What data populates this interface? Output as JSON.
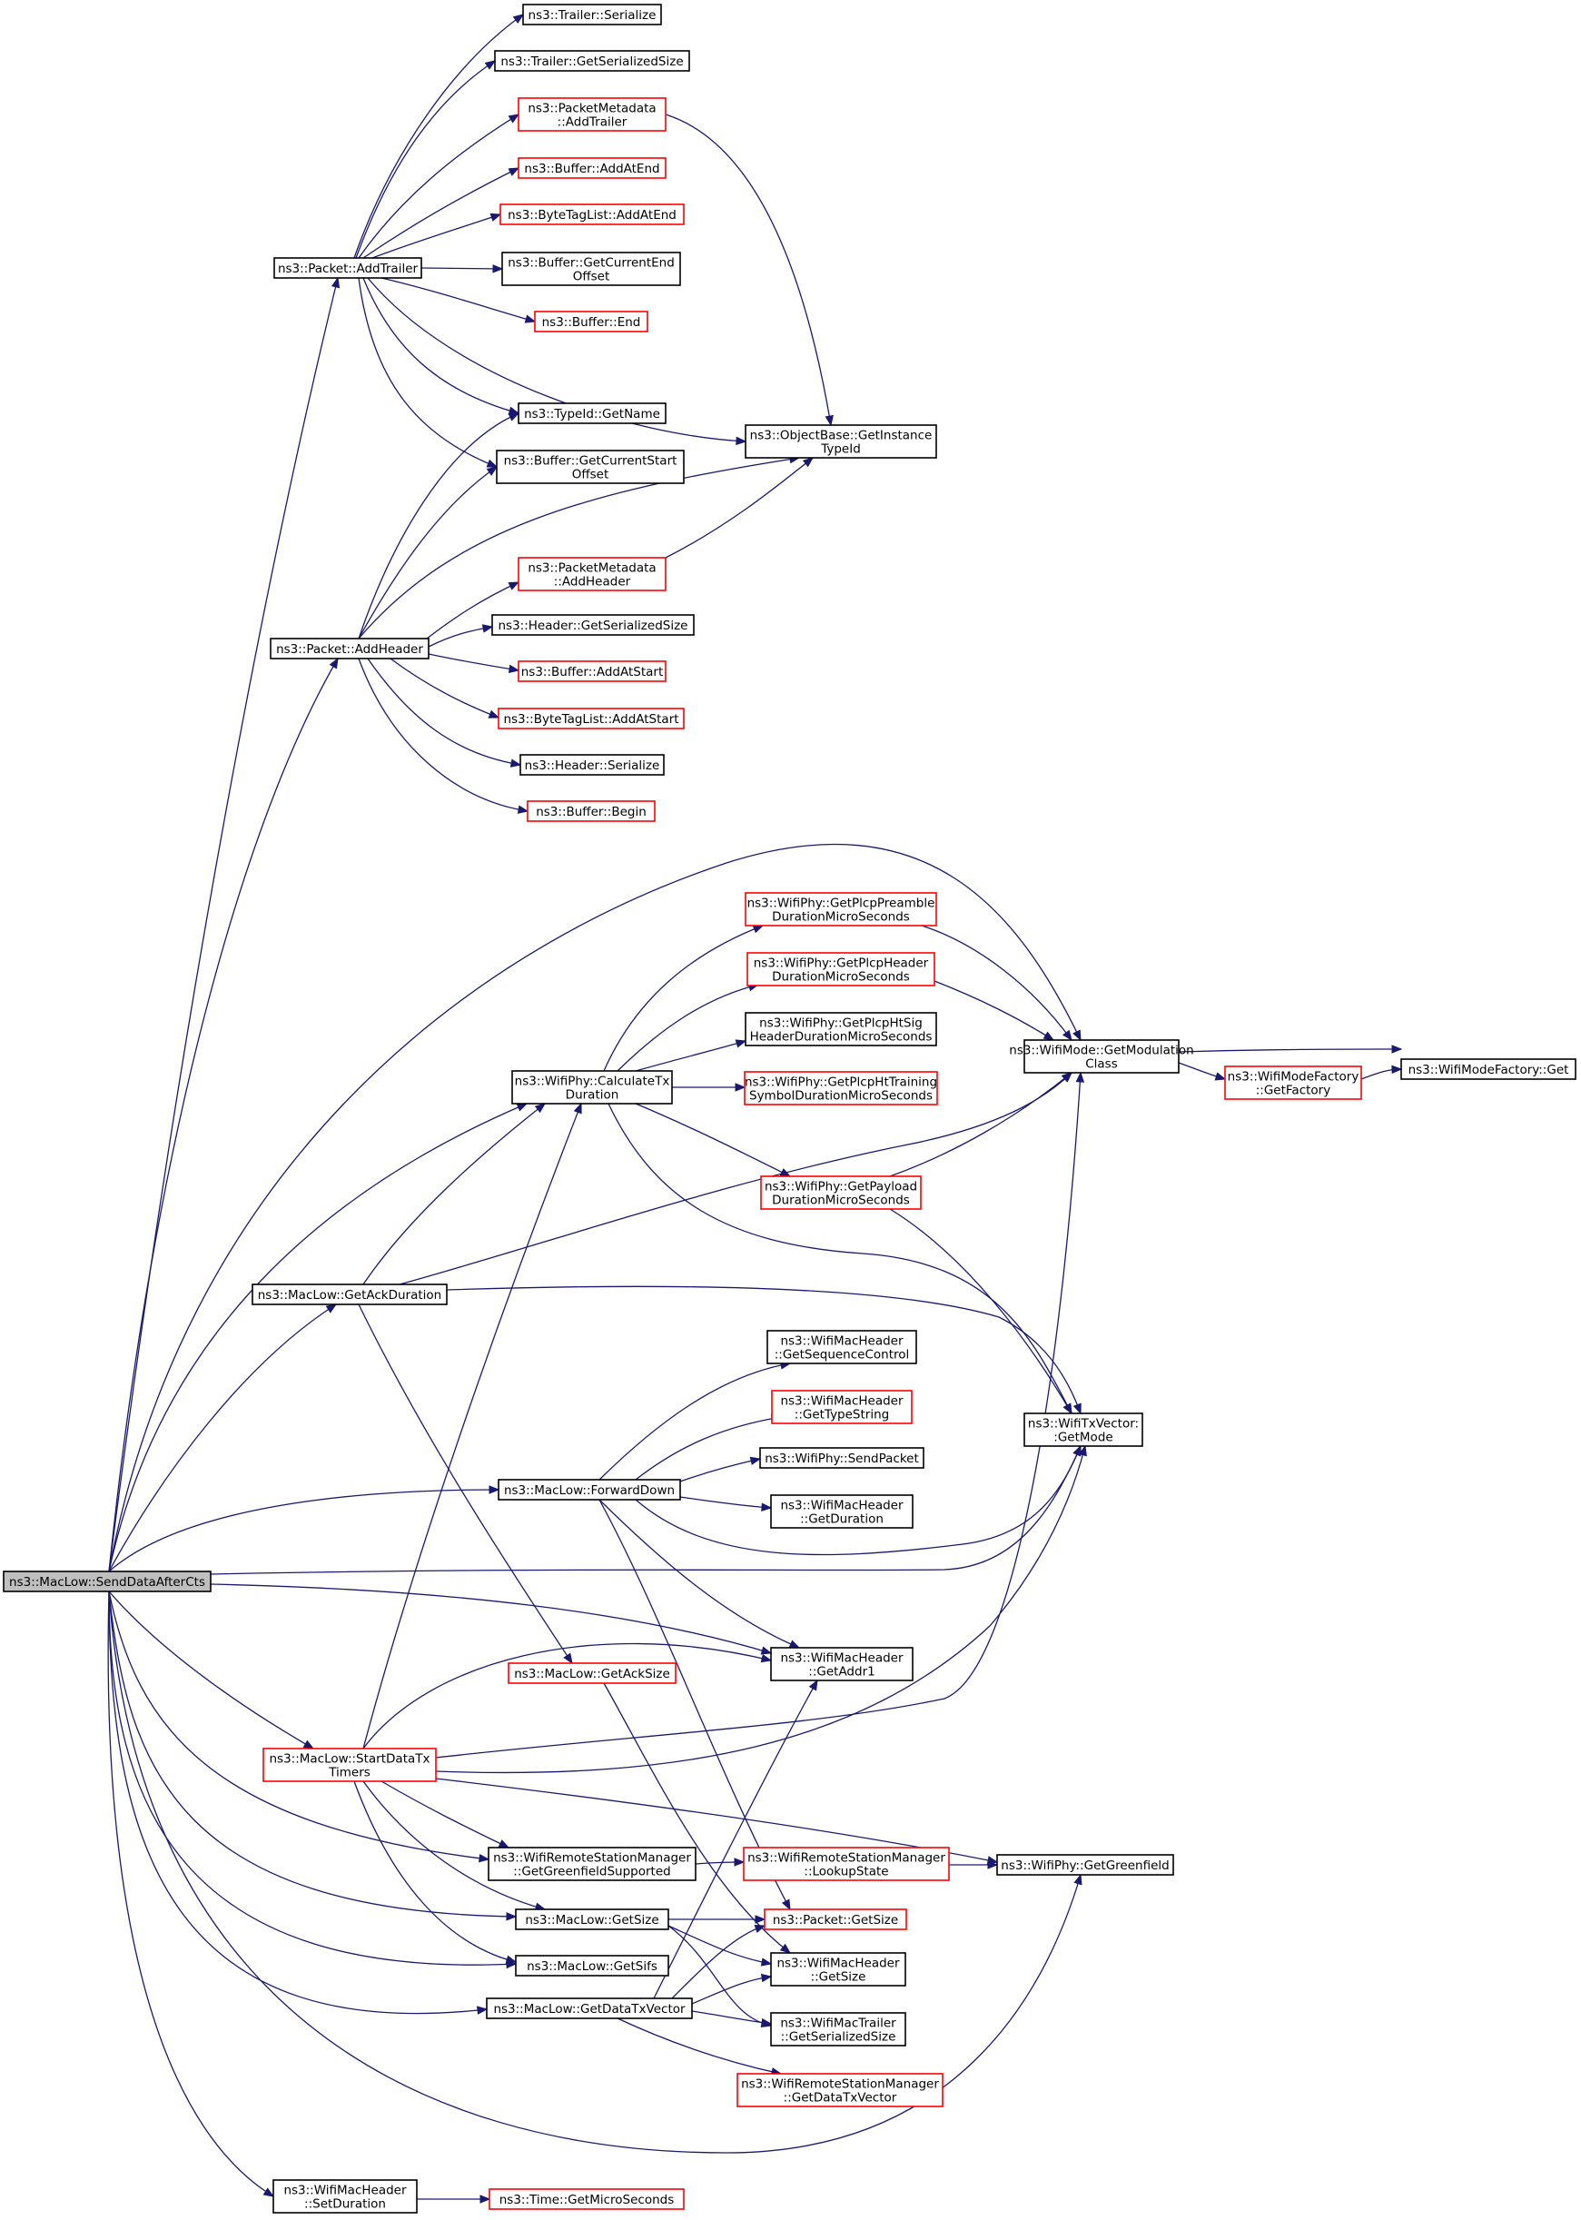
{
  "graph": {
    "nodes": [
      {
        "id": "root",
        "lines": [
          "ns3::MacLow::SendDataAfterCts"
        ],
        "color": "root"
      },
      {
        "id": "packet_addtrailer",
        "lines": [
          "ns3::Packet::AddTrailer"
        ],
        "color": "black"
      },
      {
        "id": "packet_addheader",
        "lines": [
          "ns3::Packet::AddHeader"
        ],
        "color": "black"
      },
      {
        "id": "trailer_serialize",
        "lines": [
          "ns3::Trailer::Serialize"
        ],
        "color": "black"
      },
      {
        "id": "trailer_getserializedsize",
        "lines": [
          "ns3::Trailer::GetSerializedSize"
        ],
        "color": "black"
      },
      {
        "id": "pm_addtrailer",
        "lines": [
          "ns3::PacketMetadata",
          "::AddTrailer"
        ],
        "color": "red"
      },
      {
        "id": "buffer_addatend",
        "lines": [
          "ns3::Buffer::AddAtEnd"
        ],
        "color": "red"
      },
      {
        "id": "btl_addatend",
        "lines": [
          "ns3::ByteTagList::AddAtEnd"
        ],
        "color": "red"
      },
      {
        "id": "buffer_getcurrentend",
        "lines": [
          "ns3::Buffer::GetCurrentEnd",
          "Offset"
        ],
        "color": "black"
      },
      {
        "id": "buffer_end",
        "lines": [
          "ns3::Buffer::End"
        ],
        "color": "red"
      },
      {
        "id": "typeid_getname",
        "lines": [
          "ns3::TypeId::GetName"
        ],
        "color": "black"
      },
      {
        "id": "buffer_getcurrentstart",
        "lines": [
          "ns3::Buffer::GetCurrentStart",
          "Offset"
        ],
        "color": "black"
      },
      {
        "id": "objectbase_getinstancetypeid",
        "lines": [
          "ns3::ObjectBase::GetInstance",
          "TypeId"
        ],
        "color": "black"
      },
      {
        "id": "pm_addheader",
        "lines": [
          "ns3::PacketMetadata",
          "::AddHeader"
        ],
        "color": "red"
      },
      {
        "id": "header_getserializedsize",
        "lines": [
          "ns3::Header::GetSerializedSize"
        ],
        "color": "black"
      },
      {
        "id": "buffer_addatstart",
        "lines": [
          "ns3::Buffer::AddAtStart"
        ],
        "color": "red"
      },
      {
        "id": "btl_addatstart",
        "lines": [
          "ns3::ByteTagList::AddAtStart"
        ],
        "color": "red"
      },
      {
        "id": "header_serialize",
        "lines": [
          "ns3::Header::Serialize"
        ],
        "color": "black"
      },
      {
        "id": "buffer_begin",
        "lines": [
          "ns3::Buffer::Begin"
        ],
        "color": "red"
      },
      {
        "id": "plcp_preamble",
        "lines": [
          "ns3::WifiPhy::GetPlcpPreamble",
          "DurationMicroSeconds"
        ],
        "color": "red"
      },
      {
        "id": "plcp_header",
        "lines": [
          "ns3::WifiPhy::GetPlcpHeader",
          "DurationMicroSeconds"
        ],
        "color": "red"
      },
      {
        "id": "plcp_htsig",
        "lines": [
          "ns3::WifiPhy::GetPlcpHtSig",
          "HeaderDurationMicroSeconds"
        ],
        "color": "black"
      },
      {
        "id": "plcp_httraining",
        "lines": [
          "ns3::WifiPhy::GetPlcpHtTraining",
          "SymbolDurationMicroSeconds"
        ],
        "color": "red"
      },
      {
        "id": "calculatetxduration",
        "lines": [
          "ns3::WifiPhy::CalculateTx",
          "Duration"
        ],
        "color": "black"
      },
      {
        "id": "getmodulationclass",
        "lines": [
          "ns3::WifiMode::GetModulation",
          "Class"
        ],
        "color": "black"
      },
      {
        "id": "wifimodefactory_getfactory",
        "lines": [
          "ns3::WifiModeFactory",
          "::GetFactory"
        ],
        "color": "red"
      },
      {
        "id": "wifimodefactory_get",
        "lines": [
          "ns3::WifiModeFactory::Get"
        ],
        "color": "black"
      },
      {
        "id": "getpayloadduration",
        "lines": [
          "ns3::WifiPhy::GetPayload",
          "DurationMicroSeconds"
        ],
        "color": "red"
      },
      {
        "id": "getackduration",
        "lines": [
          "ns3::MacLow::GetAckDuration"
        ],
        "color": "black"
      },
      {
        "id": "getsequencecontrol",
        "lines": [
          "ns3::WifiMacHeader",
          "::GetSequenceControl"
        ],
        "color": "black"
      },
      {
        "id": "gettypestring",
        "lines": [
          "ns3::WifiMacHeader",
          "::GetTypeString"
        ],
        "color": "red"
      },
      {
        "id": "wifitxvector_getmode",
        "lines": [
          "ns3::WifiTxVector:",
          ":GetMode"
        ],
        "color": "black"
      },
      {
        "id": "forwarddown",
        "lines": [
          "ns3::MacLow::ForwardDown"
        ],
        "color": "black"
      },
      {
        "id": "sendpacket",
        "lines": [
          "ns3::WifiPhy::SendPacket"
        ],
        "color": "black"
      },
      {
        "id": "getduration",
        "lines": [
          "ns3::WifiMacHeader",
          "::GetDuration"
        ],
        "color": "black"
      },
      {
        "id": "getacksize",
        "lines": [
          "ns3::MacLow::GetAckSize"
        ],
        "color": "red"
      },
      {
        "id": "getaddr1",
        "lines": [
          "ns3::WifiMacHeader",
          "::GetAddr1"
        ],
        "color": "black"
      },
      {
        "id": "startdatatxtimers",
        "lines": [
          "ns3::MacLow::StartDataTx",
          "Timers"
        ],
        "color": "red"
      },
      {
        "id": "getgreenfieldsupported",
        "lines": [
          "ns3::WifiRemoteStationManager",
          "::GetGreenfieldSupported"
        ],
        "color": "black"
      },
      {
        "id": "lookupstate",
        "lines": [
          "ns3::WifiRemoteStationManager",
          "::LookupState"
        ],
        "color": "red"
      },
      {
        "id": "getgreenfield",
        "lines": [
          "ns3::WifiPhy::GetGreenfield"
        ],
        "color": "black"
      },
      {
        "id": "maclow_getsize",
        "lines": [
          "ns3::MacLow::GetSize"
        ],
        "color": "black"
      },
      {
        "id": "packet_getsize",
        "lines": [
          "ns3::Packet::GetSize"
        ],
        "color": "red"
      },
      {
        "id": "maclow_getsifs",
        "lines": [
          "ns3::MacLow::GetSifs"
        ],
        "color": "black"
      },
      {
        "id": "wifimacheader_getsize",
        "lines": [
          "ns3::WifiMacHeader",
          "::GetSize"
        ],
        "color": "black"
      },
      {
        "id": "getdatatxvector",
        "lines": [
          "ns3::MacLow::GetDataTxVector"
        ],
        "color": "black"
      },
      {
        "id": "wifimactrailer_getserializedsize",
        "lines": [
          "ns3::WifiMacTrailer",
          "::GetSerializedSize"
        ],
        "color": "black"
      },
      {
        "id": "rsm_getdatatxvector",
        "lines": [
          "ns3::WifiRemoteStationManager",
          "::GetDataTxVector"
        ],
        "color": "red"
      },
      {
        "id": "setduration",
        "lines": [
          "ns3::WifiMacHeader",
          "::SetDuration"
        ],
        "color": "black"
      },
      {
        "id": "time_getmicroseconds",
        "lines": [
          "ns3::Time::GetMicroSeconds"
        ],
        "color": "red"
      }
    ],
    "edges": [
      [
        "packet_addtrailer",
        "trailer_serialize"
      ],
      [
        "packet_addtrailer",
        "trailer_getserializedsize"
      ],
      [
        "packet_addtrailer",
        "pm_addtrailer"
      ],
      [
        "packet_addtrailer",
        "buffer_addatend"
      ],
      [
        "packet_addtrailer",
        "btl_addatend"
      ],
      [
        "packet_addtrailer",
        "buffer_getcurrentend"
      ],
      [
        "packet_addtrailer",
        "buffer_end"
      ],
      [
        "packet_addtrailer",
        "typeid_getname"
      ],
      [
        "packet_addtrailer",
        "buffer_getcurrentstart"
      ],
      [
        "packet_addtrailer",
        "objectbase_getinstancetypeid"
      ],
      [
        "pm_addtrailer",
        "objectbase_getinstancetypeid"
      ],
      [
        "packet_addheader",
        "typeid_getname"
      ],
      [
        "packet_addheader",
        "buffer_getcurrentstart"
      ],
      [
        "packet_addheader",
        "objectbase_getinstancetypeid"
      ],
      [
        "packet_addheader",
        "pm_addheader"
      ],
      [
        "packet_addheader",
        "header_getserializedsize"
      ],
      [
        "packet_addheader",
        "buffer_addatstart"
      ],
      [
        "packet_addheader",
        "btl_addatstart"
      ],
      [
        "packet_addheader",
        "header_serialize"
      ],
      [
        "packet_addheader",
        "buffer_begin"
      ],
      [
        "pm_addheader",
        "objectbase_getinstancetypeid"
      ],
      [
        "calculatetxduration",
        "plcp_preamble"
      ],
      [
        "calculatetxduration",
        "plcp_header"
      ],
      [
        "calculatetxduration",
        "plcp_htsig"
      ],
      [
        "calculatetxduration",
        "plcp_httraining"
      ],
      [
        "calculatetxduration",
        "getpayloadduration"
      ],
      [
        "calculatetxduration",
        "wifitxvector_getmode"
      ],
      [
        "plcp_preamble",
        "getmodulationclass"
      ],
      [
        "plcp_header",
        "getmodulationclass"
      ],
      [
        "getpayloadduration",
        "getmodulationclass"
      ],
      [
        "getpayloadduration",
        "wifitxvector_getmode"
      ],
      [
        "getmodulationclass",
        "wifimodefactory_getfactory"
      ],
      [
        "getmodulationclass",
        "wifimodefactory_get"
      ],
      [
        "wifimodefactory_getfactory",
        "wifimodefactory_get"
      ],
      [
        "getackduration",
        "calculatetxduration"
      ],
      [
        "getackduration",
        "getmodulationclass"
      ],
      [
        "getackduration",
        "wifitxvector_getmode"
      ],
      [
        "getackduration",
        "getacksize"
      ],
      [
        "forwarddown",
        "getsequencecontrol"
      ],
      [
        "forwarddown",
        "gettypestring"
      ],
      [
        "forwarddown",
        "sendpacket"
      ],
      [
        "forwarddown",
        "getduration"
      ],
      [
        "forwarddown",
        "getaddr1"
      ],
      [
        "forwarddown",
        "wifitxvector_getmode"
      ],
      [
        "forwarddown",
        "packet_getsize"
      ],
      [
        "getacksize",
        "wifimacheader_getsize"
      ],
      [
        "startdatatxtimers",
        "calculatetxduration"
      ],
      [
        "startdatatxtimers",
        "getmodulationclass"
      ],
      [
        "startdatatxtimers",
        "wifitxvector_getmode"
      ],
      [
        "startdatatxtimers",
        "getaddr1"
      ],
      [
        "startdatatxtimers",
        "getgreenfield"
      ],
      [
        "startdatatxtimers",
        "getgreenfieldsupported"
      ],
      [
        "startdatatxtimers",
        "maclow_getsize"
      ],
      [
        "startdatatxtimers",
        "maclow_getsifs"
      ],
      [
        "getgreenfieldsupported",
        "lookupstate"
      ],
      [
        "lookupstate",
        "getgreenfield"
      ],
      [
        "maclow_getsize",
        "packet_getsize"
      ],
      [
        "maclow_getsize",
        "wifimacheader_getsize"
      ],
      [
        "maclow_getsize",
        "wifimactrailer_getserializedsize"
      ],
      [
        "getdatatxvector",
        "getaddr1"
      ],
      [
        "getdatatxvector",
        "packet_getsize"
      ],
      [
        "getdatatxvector",
        "wifimacheader_getsize"
      ],
      [
        "getdatatxvector",
        "wifimactrailer_getserializedsize"
      ],
      [
        "getdatatxvector",
        "rsm_getdatatxvector"
      ],
      [
        "setduration",
        "time_getmicroseconds"
      ],
      [
        "root",
        "packet_addtrailer"
      ],
      [
        "root",
        "packet_addheader"
      ],
      [
        "root",
        "getmodulationclass"
      ],
      [
        "root",
        "calculatetxduration"
      ],
      [
        "root",
        "getackduration"
      ],
      [
        "root",
        "forwarddown"
      ],
      [
        "root",
        "wifitxvector_getmode"
      ],
      [
        "root",
        "getaddr1"
      ],
      [
        "root",
        "startdatatxtimers"
      ],
      [
        "root",
        "getgreenfieldsupported"
      ],
      [
        "root",
        "maclow_getsize"
      ],
      [
        "root",
        "maclow_getsifs"
      ],
      [
        "root",
        "getdatatxvector"
      ],
      [
        "root",
        "getgreenfield"
      ],
      [
        "root",
        "setduration"
      ]
    ]
  }
}
